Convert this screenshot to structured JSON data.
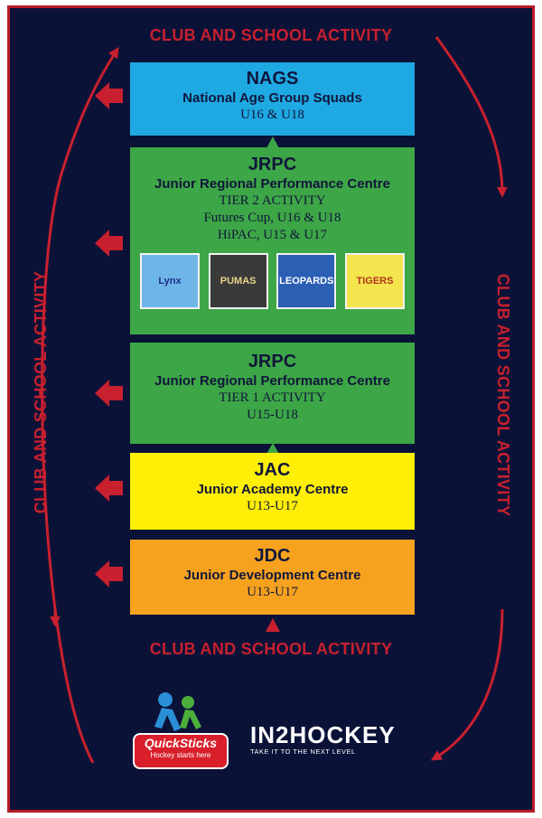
{
  "labels": {
    "top": "CLUB AND SCHOOL ACTIVITY",
    "bottom": "CLUB AND SCHOOL ACTIVITY",
    "left": "CLUB AND SCHOOL ACTIVITY",
    "right": "CLUB AND SCHOOL ACTIVITY"
  },
  "levels": [
    {
      "id": "nags",
      "acronym": "NAGS",
      "full_name": "National Age Group Squads",
      "lines": [
        "U16 & U18"
      ],
      "color": "#1ea9e3"
    },
    {
      "id": "jrpc2",
      "acronym": "JRPC",
      "full_name": "Junior Regional Performance Centre",
      "lines": [
        "TIER 2 ACTIVITY",
        "Futures Cup, U16 & U18",
        "HiPAC, U15 & U17"
      ],
      "color": "#3da647",
      "logos": [
        "Lynx",
        "PUMAS",
        "LEOPARDS",
        "TIGERS"
      ]
    },
    {
      "id": "jrpc1",
      "acronym": "JRPC",
      "full_name": "Junior Regional Performance Centre",
      "lines": [
        "TIER 1 ACTIVITY",
        "U15-U18"
      ],
      "color": "#3da647"
    },
    {
      "id": "jac",
      "acronym": "JAC",
      "full_name": "Junior Academy Centre",
      "lines": [
        "U13-U17"
      ],
      "color": "#ffee05"
    },
    {
      "id": "jdc",
      "acronym": "JDC",
      "full_name": "Junior Development Centre",
      "lines": [
        "U13-U17"
      ],
      "color": "#f6a21f"
    }
  ],
  "branding": {
    "quicksticks": {
      "name": "QuickSticks",
      "tagline": "Hockey starts here"
    },
    "in2hockey": {
      "name": "IN2HOCKEY",
      "tagline": "TAKE IT TO THE NEXT LEVEL"
    }
  },
  "colors": {
    "background": "#0b1238",
    "accent": "#c8202e",
    "border": "#b81b28"
  }
}
